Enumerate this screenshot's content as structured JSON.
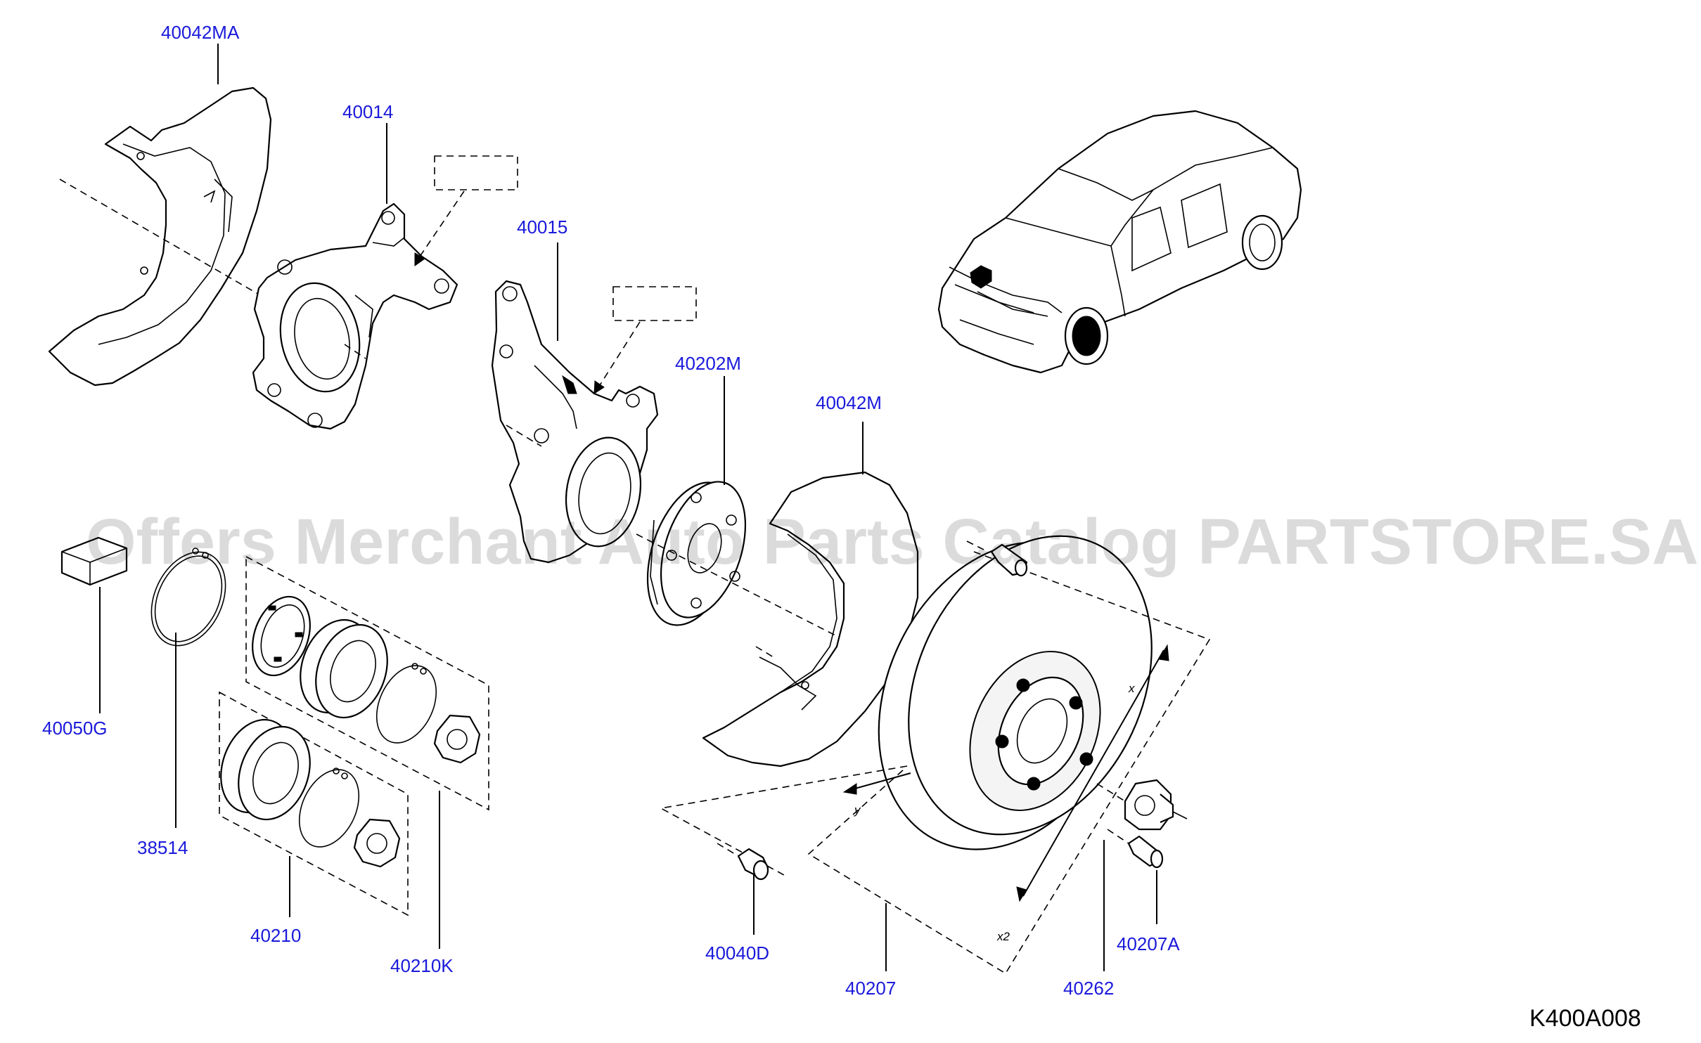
{
  "diagram": {
    "watermark": "Offers Merchant Auto Parts Catalog PARTSTORE.SA",
    "diagram_code": "K400A008",
    "part_numbers": {
      "p40042MA": "40042MA",
      "p40014": "40014",
      "p40015": "40015",
      "p40202M": "40202M",
      "p40042M": "40042M",
      "p40050G": "40050G",
      "p38514": "38514",
      "p40210": "40210",
      "p40210K": "40210K",
      "p40040D": "40040D",
      "p40207": "40207",
      "p40262": "40262",
      "p40207A": "40207A"
    },
    "dimension_marks": {
      "x": "x",
      "y": "y",
      "qty": "x2"
    },
    "colors": {
      "label": "#1a1adb",
      "lines": "#000000",
      "watermark": "#000000"
    }
  }
}
